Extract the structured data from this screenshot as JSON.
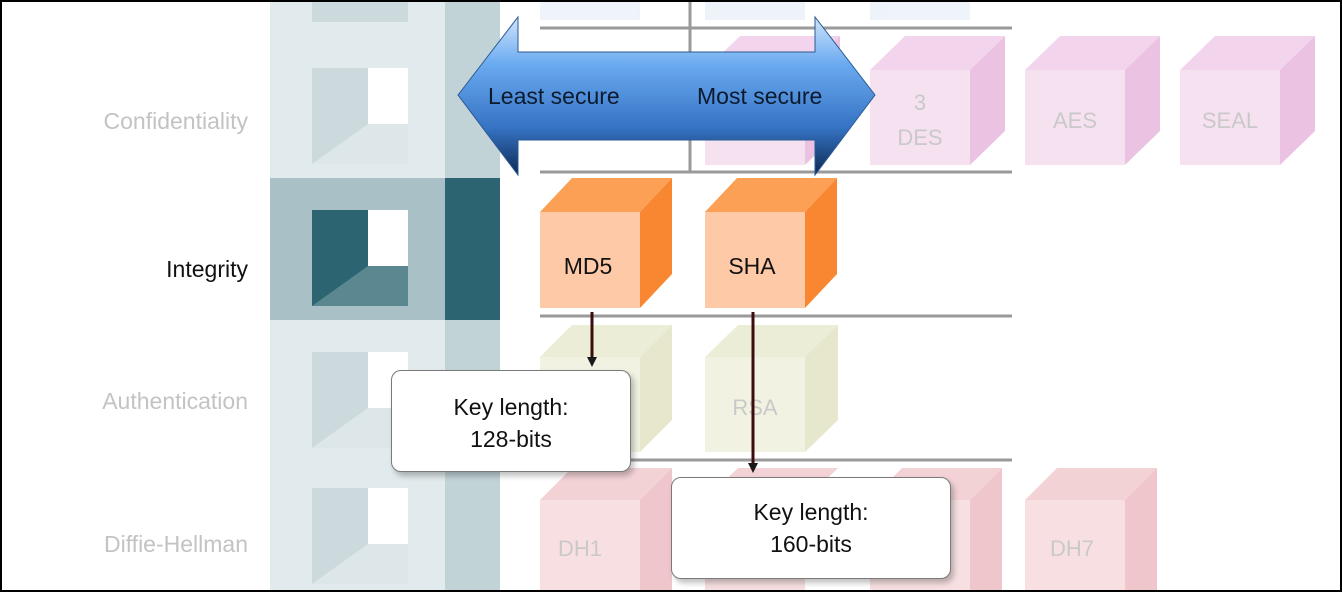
{
  "rows": {
    "confidentiality": "Confidentiality",
    "integrity": "Integrity",
    "authentication": "Authentication",
    "diffie_hellman": "Diffie-Hellman"
  },
  "arrow": {
    "least": "Least secure",
    "most": "Most secure"
  },
  "confidentiality_algos": {
    "des3_line1": "3",
    "des3_line2": "DES",
    "aes": "AES",
    "seal": "SEAL"
  },
  "integrity_algos": {
    "md5": "MD5",
    "sha": "SHA"
  },
  "authentication_algos": {
    "rsa": "RSA"
  },
  "dh_algos": {
    "dh1": "DH1",
    "dh7": "DH7"
  },
  "callouts": {
    "md5": {
      "line1": "Key length:",
      "line2": "128-bits"
    },
    "sha": {
      "line1": "Key length:",
      "line2": "160-bits"
    }
  },
  "colors": {
    "integrity_face": "#fdc9a6",
    "integrity_side": "#f98630",
    "integrity_top": "#fba055",
    "confidentiality_face": "#f6e1f1",
    "confidentiality_side": "#ebc2e2",
    "authentication_face": "#f1f2e2",
    "dh_face": "#f8e0e2",
    "column_light": "#e1eaec",
    "column_dark": "#2c6471",
    "arrow_blue": "#5fa2e8"
  }
}
